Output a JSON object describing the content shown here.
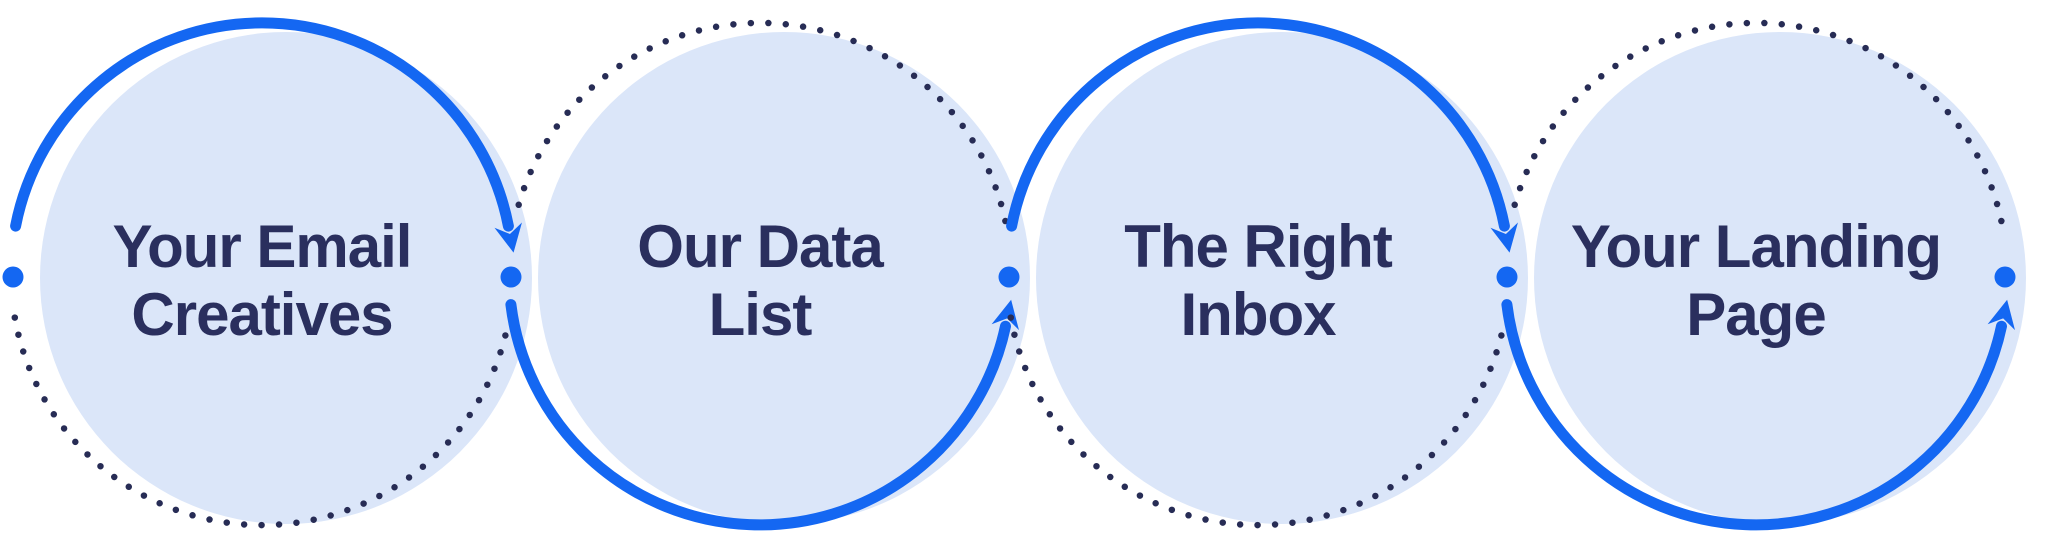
{
  "diagram": {
    "colors": {
      "accent_blue": "#1467F2",
      "circle_fill": "#DBE6F9",
      "backing_white": "#FFFFFF",
      "text_navy": "#2A2F5E",
      "dotted_navy": "#272C55"
    },
    "steps": [
      {
        "label": "Your Email Creatives",
        "lines": [
          "Your Email",
          "Creatives"
        ],
        "solid_arc": "top"
      },
      {
        "label": "Our Data List",
        "lines": [
          "Our Data",
          "List"
        ],
        "solid_arc": "bottom"
      },
      {
        "label": "The Right Inbox",
        "lines": [
          "The Right",
          "Inbox"
        ],
        "solid_arc": "top"
      },
      {
        "label": "Your Landing Page",
        "lines": [
          "Your Landing",
          "Page"
        ],
        "solid_arc": "bottom"
      }
    ]
  }
}
